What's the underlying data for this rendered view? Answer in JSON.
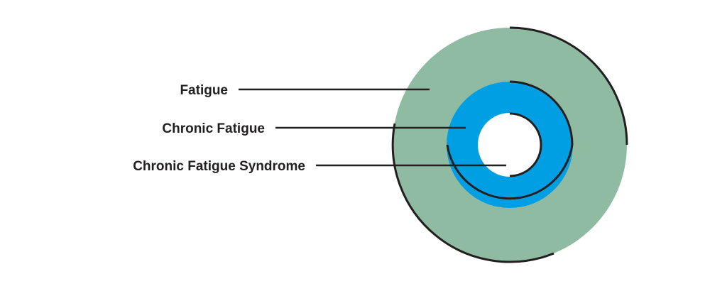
{
  "diagram": {
    "labels": {
      "outer": "Fatigue",
      "middle": "Chronic Fatigue",
      "inner": "Chronic Fatigue Syndrome"
    },
    "colors": {
      "outer_ring": "#8fbba3",
      "middle_ring": "#009fe3",
      "center": "#ffffff",
      "lines": "#231f20"
    }
  }
}
